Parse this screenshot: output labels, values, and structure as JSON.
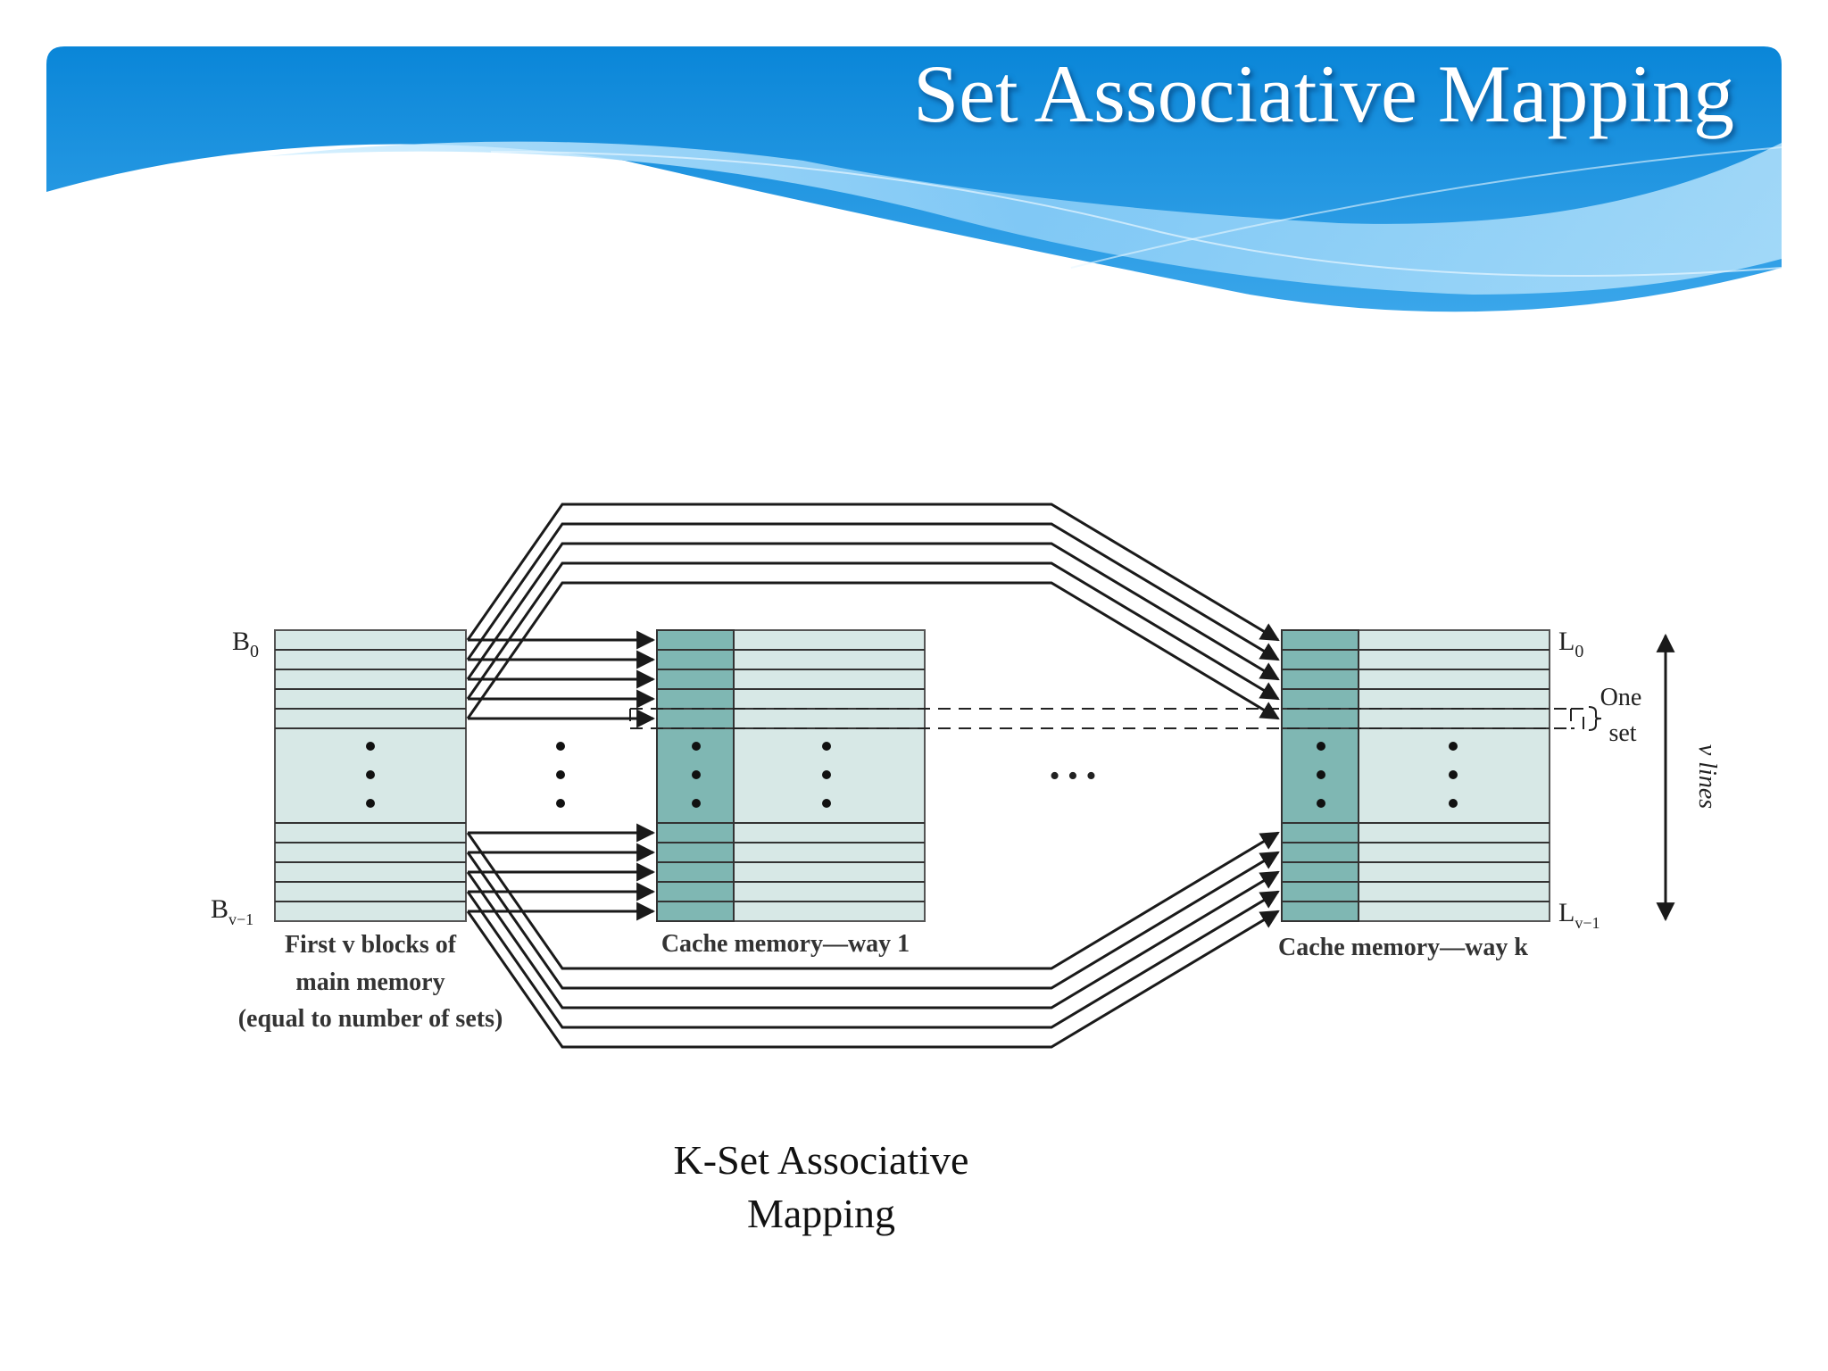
{
  "slide": {
    "title": "Set Associative Mapping"
  },
  "caption": {
    "line1": "K-Set Associative",
    "line2": "Mapping"
  },
  "diagram": {
    "main_memory": {
      "top_label": "B",
      "top_sub": "0",
      "bottom_label": "B",
      "bottom_sub": "v−1",
      "caption_lines": [
        "First v blocks of",
        "main memory",
        "(equal to number of sets)"
      ]
    },
    "cache_way1": {
      "caption": "Cache memory—way 1"
    },
    "cache_wayk": {
      "caption": "Cache memory—way k",
      "top_label": "L",
      "top_sub": "0",
      "bottom_label": "L",
      "bottom_sub": "v−1"
    },
    "one_set_label": [
      "One",
      "set"
    ],
    "v_lines_label": "v lines",
    "ellipsis": "• • •"
  },
  "colors": {
    "banner_dark": "#0a86d8",
    "banner_light": "#8fd0f8",
    "cell_light": "#d7e8e6",
    "cell_dark": "#7fb7b3",
    "line_color": "#1a1a1a"
  }
}
